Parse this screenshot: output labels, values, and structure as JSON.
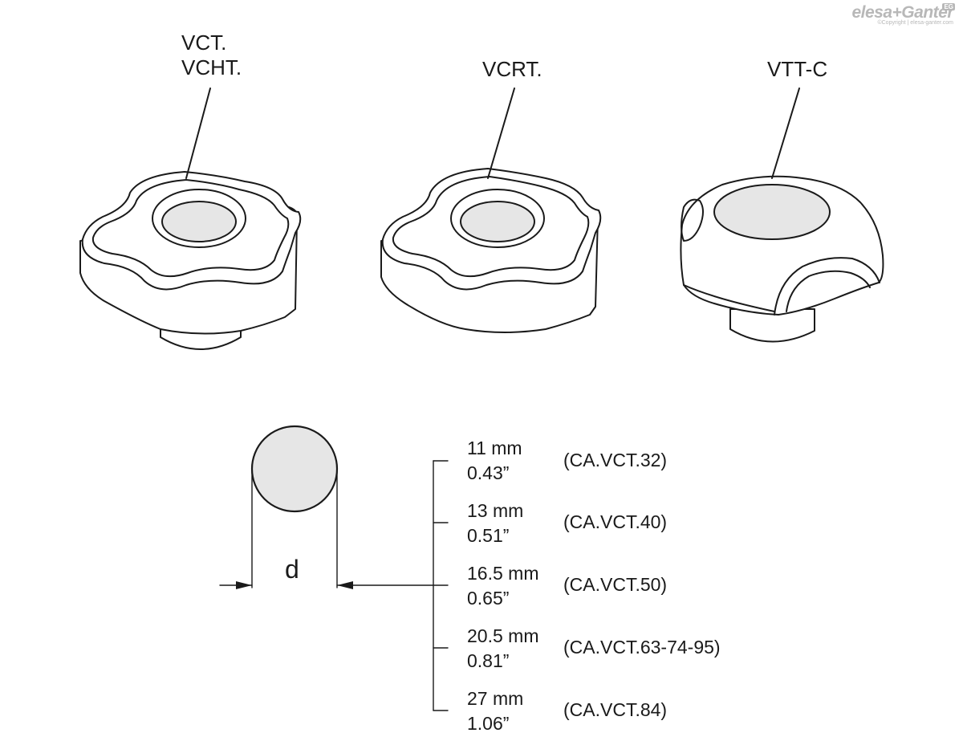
{
  "logo": {
    "brand": "elesa+Ganter",
    "badge": "EG",
    "copyright": "©Copyright | elesa-ganter.com"
  },
  "labels": {
    "vct_line1": "VCT.",
    "vct_line2": "VCHT.",
    "vcrt": "VCRT.",
    "vtt": "VTT-C",
    "dimension": "d"
  },
  "sizes": [
    {
      "mm": "11 mm",
      "inch": "0.43”",
      "code": "(CA.VCT.32)"
    },
    {
      "mm": "13 mm",
      "inch": "0.51”",
      "code": "(CA.VCT.40)"
    },
    {
      "mm": "16.5 mm",
      "inch": "0.65”",
      "code": "(CA.VCT.50)"
    },
    {
      "mm": "20.5 mm",
      "inch": "0.81”",
      "code": "(CA.VCT.63-74-95)"
    },
    {
      "mm": "27 mm",
      "inch": "1.06”",
      "code": "(CA.VCT.84)"
    }
  ],
  "colors": {
    "line": "#1a1a1a",
    "cap_fill": "#e6e6e6",
    "logo": "#b8b8b8"
  }
}
